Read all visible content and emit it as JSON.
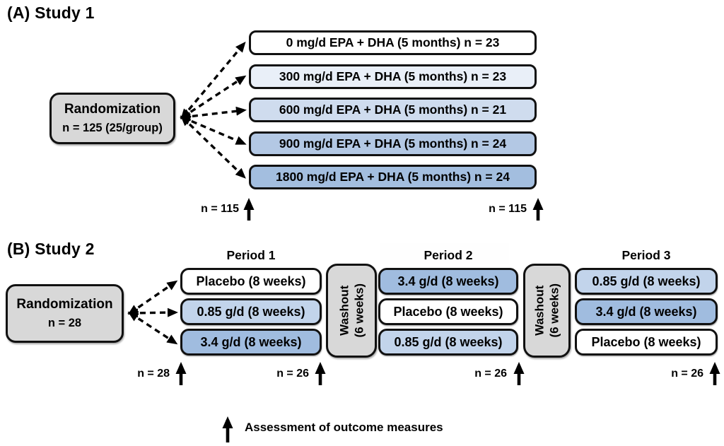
{
  "colors": {
    "box_border": "#111111",
    "gray_fill": "#d8d8d8",
    "white_fill": "#ffffff",
    "blue_tier_300": "#e9eff8",
    "blue_tier_600": "#cfdcee",
    "blue_tier_900": "#b3c8e4",
    "blue_tier_1800": "#a3bedf",
    "blue_low_dose": "#c2d4eb",
    "blue_high_dose": "#a0bcdf"
  },
  "study1": {
    "heading": "(A) Study 1",
    "randomization": {
      "title": "Randomization",
      "subtitle": "n = 125 (25/group)"
    },
    "arms": [
      {
        "label": "0 mg/d EPA + DHA (5 months) n = 23",
        "fill": "#ffffff"
      },
      {
        "label": "300 mg/d EPA + DHA (5 months) n = 23",
        "fill": "#e9eff8"
      },
      {
        "label": "600 mg/d EPA + DHA (5 months) n = 21",
        "fill": "#cfdcee"
      },
      {
        "label": "900 mg/d EPA + DHA (5 months) n = 24",
        "fill": "#b3c8e4"
      },
      {
        "label": "1800 mg/d EPA + DHA (5 months) n = 24",
        "fill": "#a3bedf"
      }
    ],
    "counts": {
      "left": "n = 115",
      "right": "n = 115"
    }
  },
  "study2": {
    "heading": "(B) Study 2",
    "randomization": {
      "title": "Randomization",
      "subtitle": "n = 28"
    },
    "periods": [
      {
        "label": "Period 1",
        "boxes": [
          {
            "label": "Placebo (8 weeks)",
            "fill": "#ffffff"
          },
          {
            "label": "0.85 g/d (8 weeks)",
            "fill": "#c2d4eb"
          },
          {
            "label": "3.4 g/d (8 weeks)",
            "fill": "#a0bcdf"
          }
        ]
      },
      {
        "label": "Period 2",
        "boxes": [
          {
            "label": "3.4 g/d (8 weeks)",
            "fill": "#a0bcdf"
          },
          {
            "label": "Placebo (8 weeks)",
            "fill": "#ffffff"
          },
          {
            "label": "0.85 g/d (8 weeks)",
            "fill": "#c2d4eb"
          }
        ]
      },
      {
        "label": "Period 3",
        "boxes": [
          {
            "label": "0.85 g/d (8 weeks)",
            "fill": "#c2d4eb"
          },
          {
            "label": "3.4 g/d (8 weeks)",
            "fill": "#a0bcdf"
          },
          {
            "label": "Placebo (8 weeks)",
            "fill": "#ffffff"
          }
        ]
      }
    ],
    "washout1": {
      "line1": "Washout",
      "line2": "(6 weeks)"
    },
    "washout2": {
      "line1": "Washout",
      "line2": "(6 weeks)"
    },
    "counts": [
      "n = 28",
      "n = 26",
      "n = 26",
      "n = 26"
    ]
  },
  "legend": {
    "label": "Assessment of outcome measures"
  }
}
